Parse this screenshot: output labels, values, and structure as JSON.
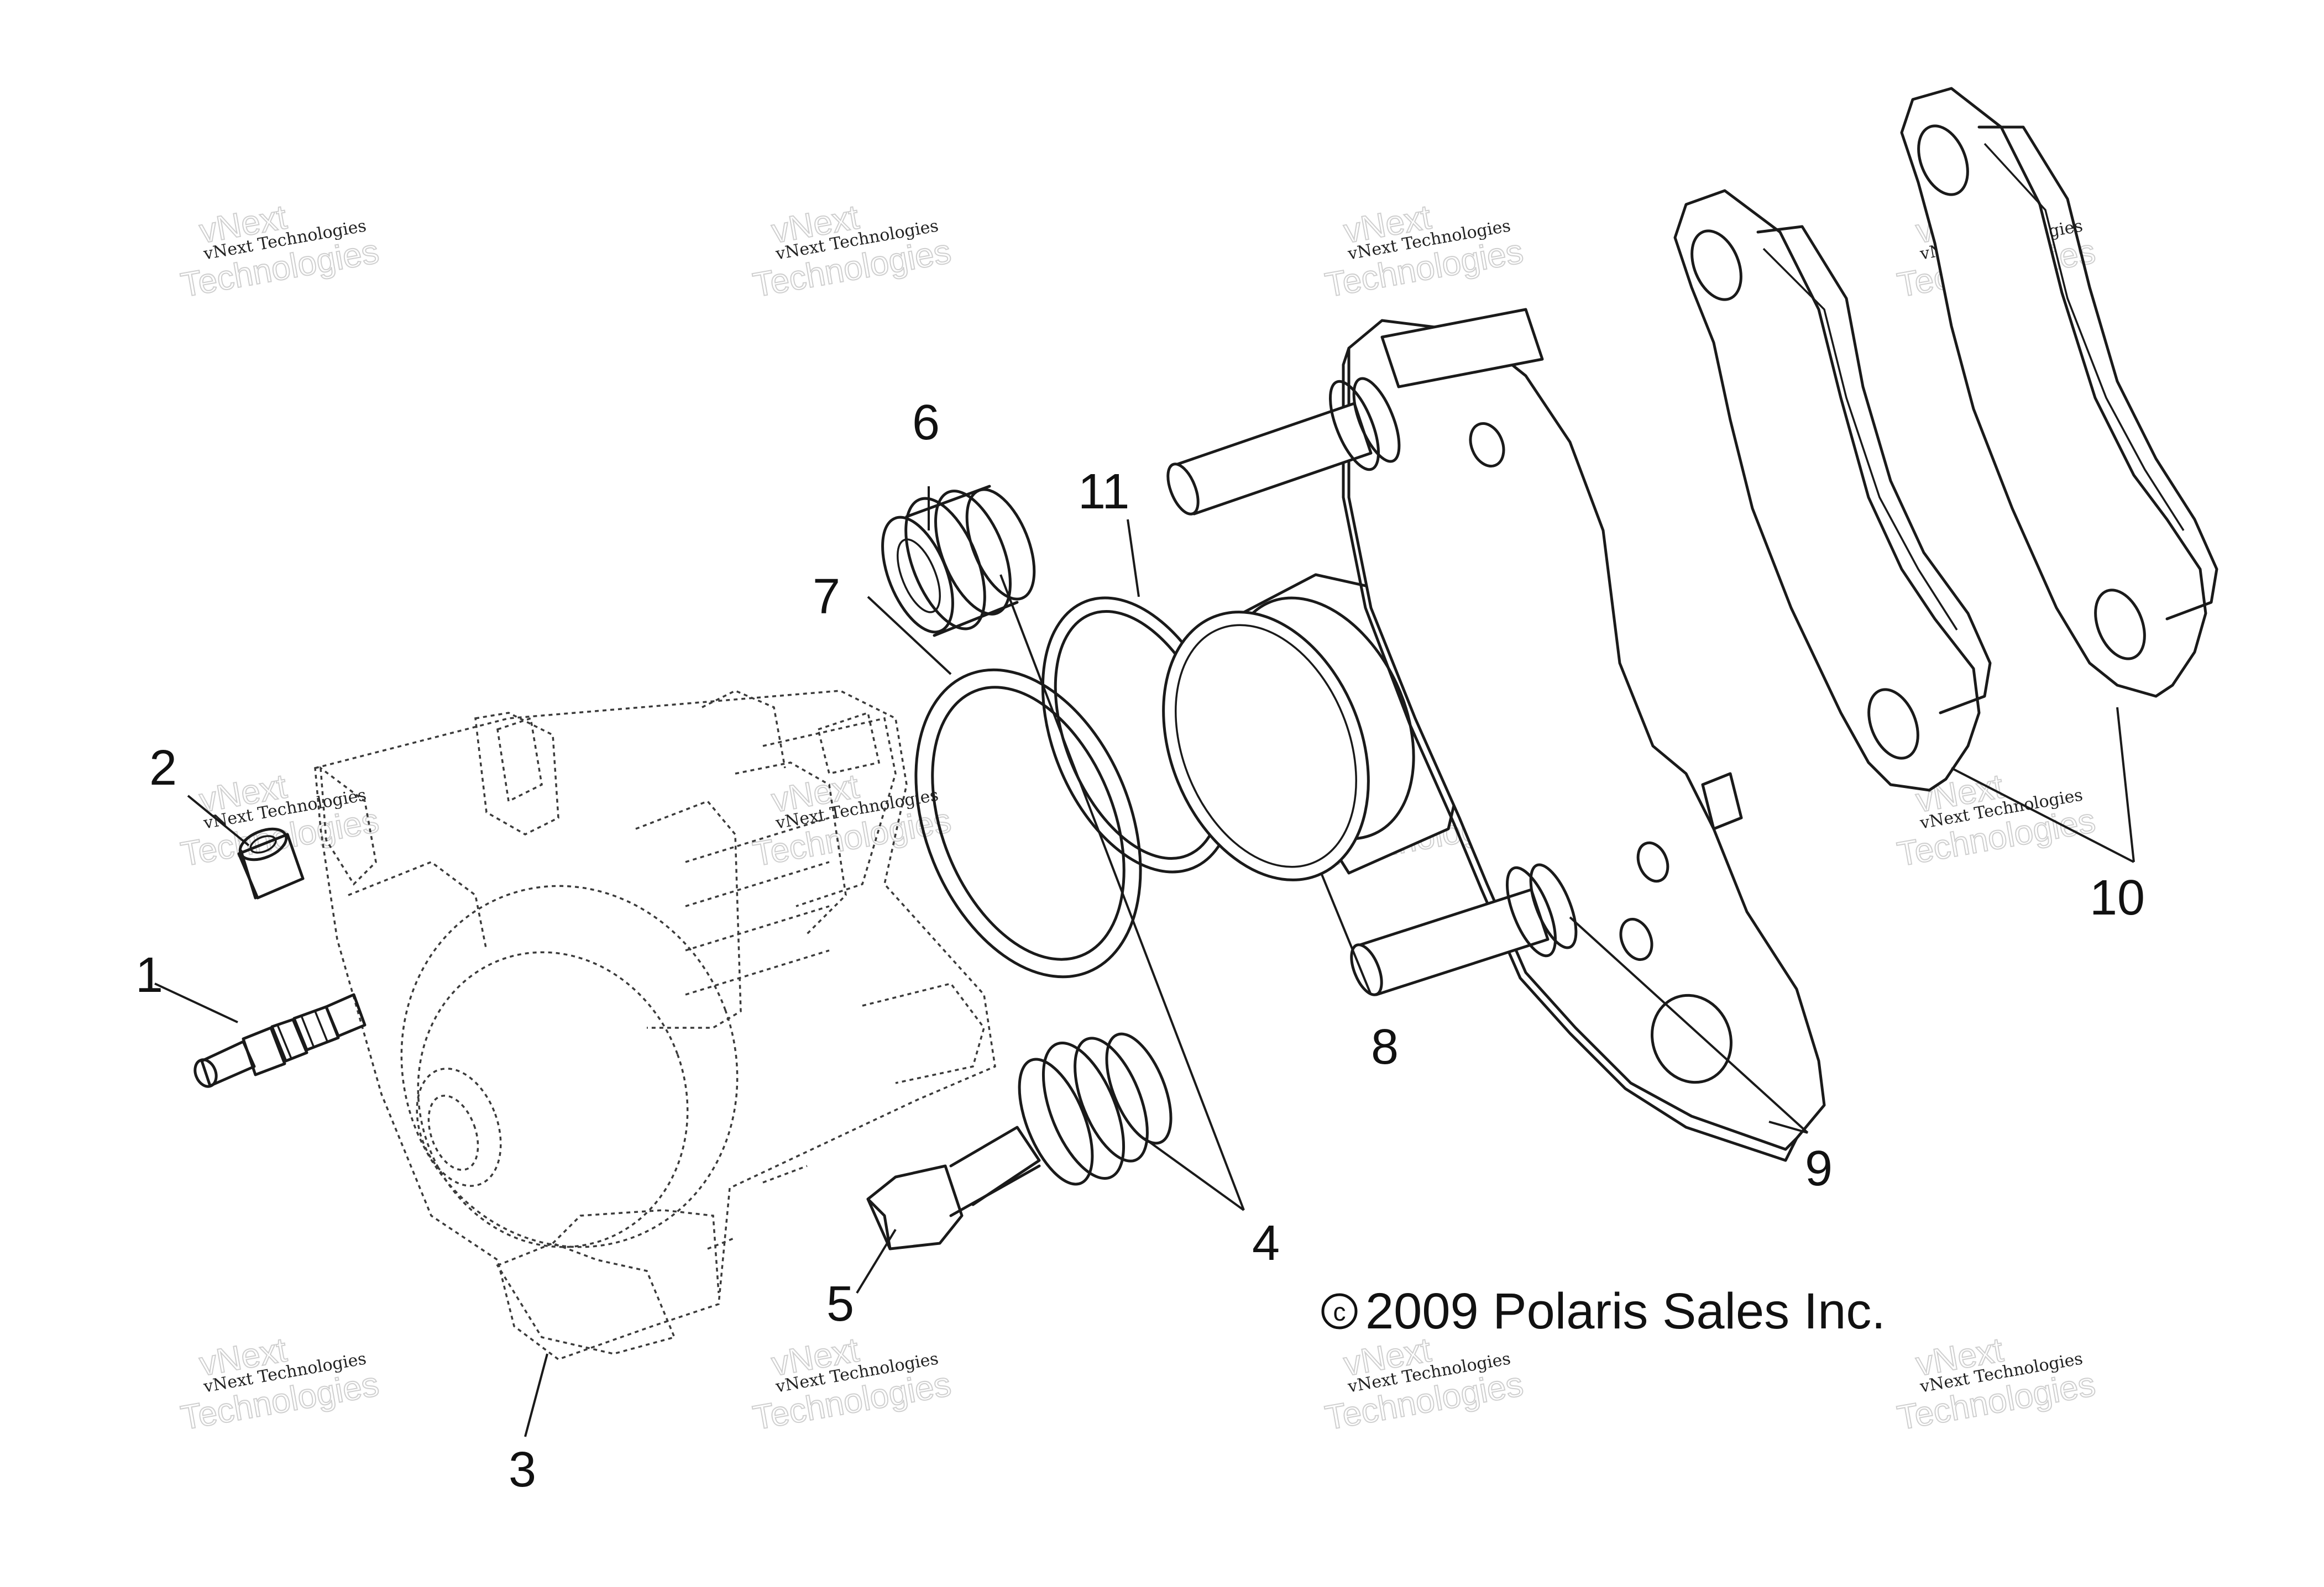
{
  "diagram": {
    "callouts": [
      "1",
      "2",
      "3",
      "4",
      "5",
      "6",
      "7",
      "8",
      "9",
      "10",
      "11"
    ],
    "copyright_symbol": "c",
    "copyright_text": "2009 Polaris Sales Inc.",
    "watermark": {
      "line1": "vNext Technologies",
      "line2": "Technologies",
      "line3": "vNext"
    }
  }
}
